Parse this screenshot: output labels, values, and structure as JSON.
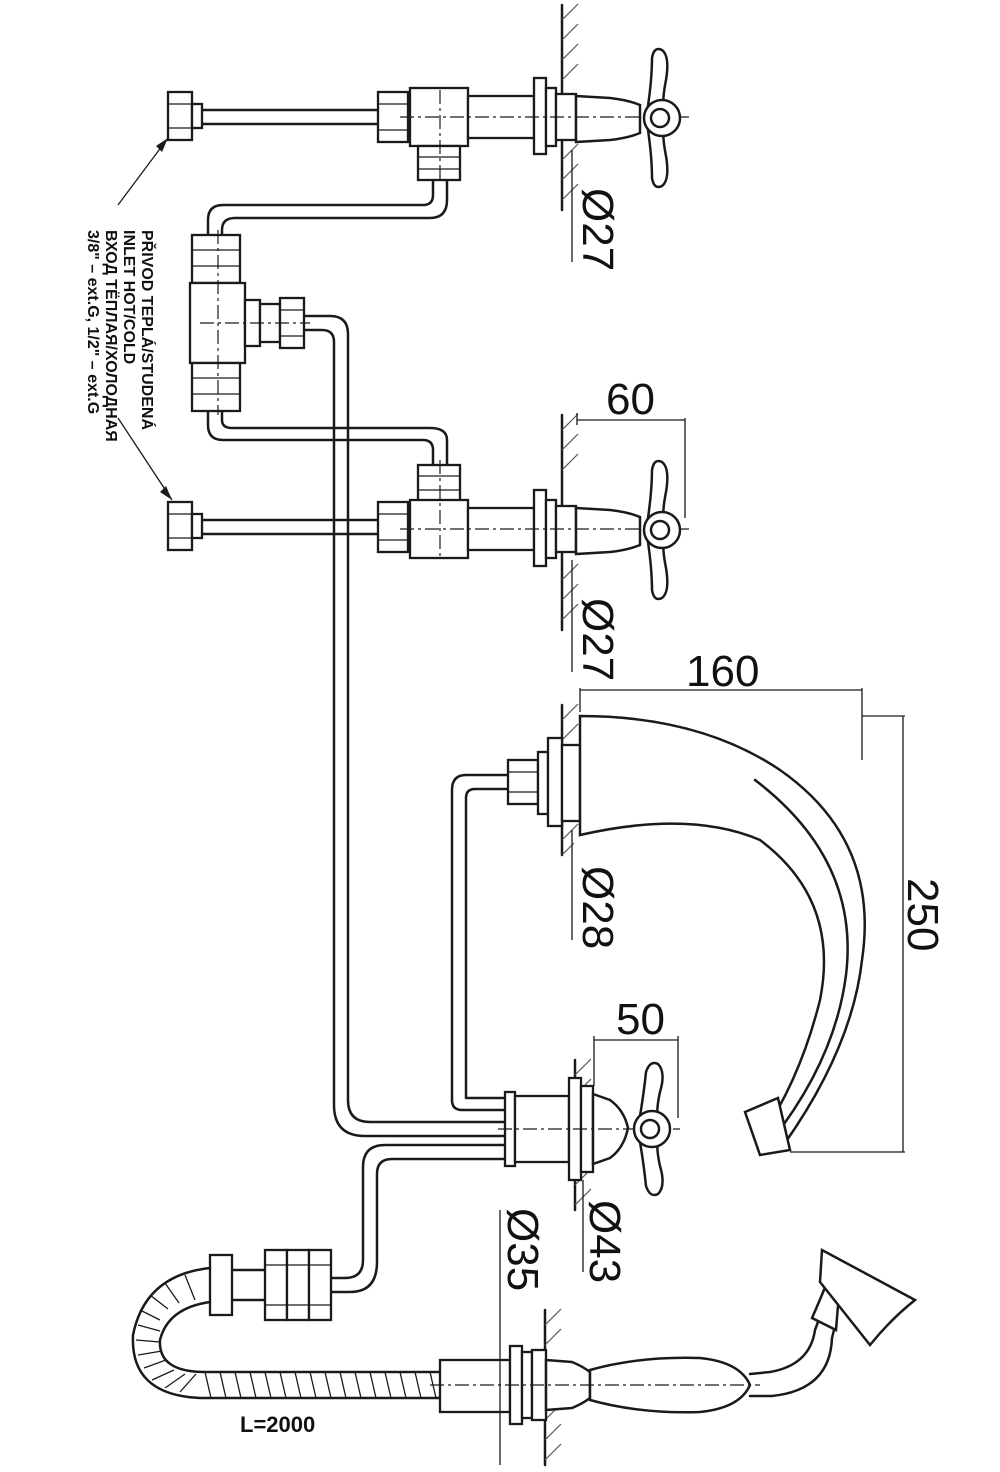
{
  "dimensions": {
    "valve_upper_diameter": "Ø27",
    "valve_lower_diameter": "Ø27",
    "valve_projection": "60",
    "spout_reach": "160",
    "spout_height": "250",
    "spout_diameter": "Ø28",
    "diverter_projection": "50",
    "diverter_diameter": "Ø43",
    "shower_holder_diameter": "Ø35"
  },
  "notes": {
    "inlet_line1": "PŘIVOD TEPLÁ/STUDENÁ",
    "inlet_line2": "INLET HOT/COLD",
    "inlet_line3": "ВХОД ТЁПЛАЯ/ХОЛОДНАЯ",
    "inlet_line4": "3/8\" – ext.G, 1/2\" – ext.G",
    "hose_length": "L=2000"
  },
  "colors": {
    "line": "#1a1a1a",
    "background": "#ffffff"
  }
}
